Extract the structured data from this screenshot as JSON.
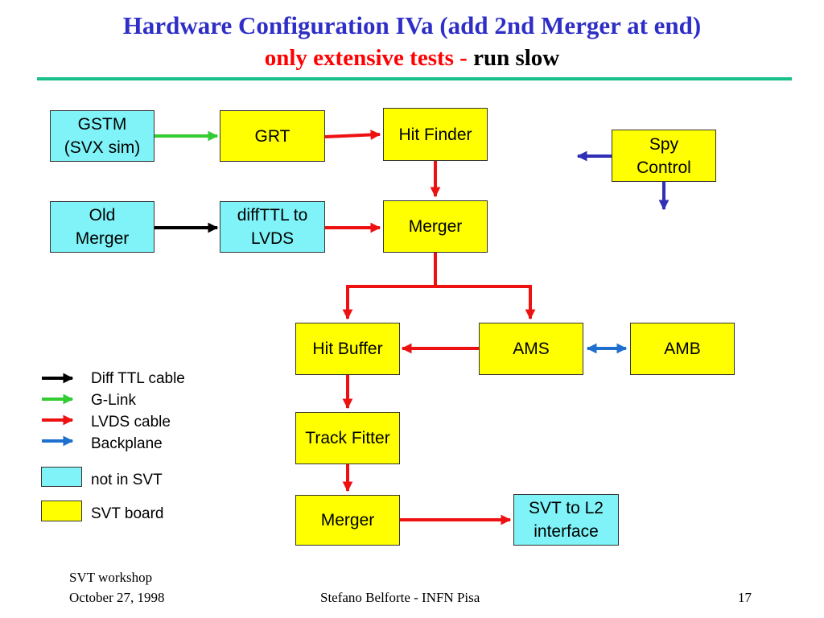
{
  "title": {
    "line1": "Hardware Configuration IVa (add 2nd Merger at end)",
    "line2_red": "only extensive tests - ",
    "line2_black": "run slow"
  },
  "colors": {
    "title_blue": "#2f2fc8",
    "red_title": "#ff0000",
    "rule_green": "#17c08a",
    "not_in_svt_fill": "#7ff3f7",
    "svt_board_fill": "#ffff00",
    "diff_ttl": "#000000",
    "g_link": "#33cc33",
    "lvds": "#ee1111",
    "backplane": "#1f6fcf",
    "spy_arrow": "#2f2fb8"
  },
  "boxes": {
    "gstm": "GSTM\n(SVX sim)",
    "grt": "GRT",
    "hit_finder": "Hit Finder",
    "spy_control": "Spy\nControl",
    "old_merger": "Old\nMerger",
    "diffttl_lvds": "diffTTL to\nLVDS",
    "merger1": "Merger",
    "hit_buffer": "Hit Buffer",
    "ams": "AMS",
    "amb": "AMB",
    "track_fitter": "Track Fitter",
    "merger2": "Merger",
    "svt_l2": "SVT to L2\ninterface"
  },
  "legend": {
    "diff_ttl": "Diff TTL cable",
    "g_link": "G-Link",
    "lvds": "LVDS cable",
    "backplane": "Backplane",
    "not_in_svt": "not in SVT",
    "svt_board": "SVT board"
  },
  "footer": {
    "left_line1": "SVT workshop",
    "left_line2": "October 27, 1998",
    "center": "Stefano Belforte - INFN Pisa",
    "page": "17"
  }
}
